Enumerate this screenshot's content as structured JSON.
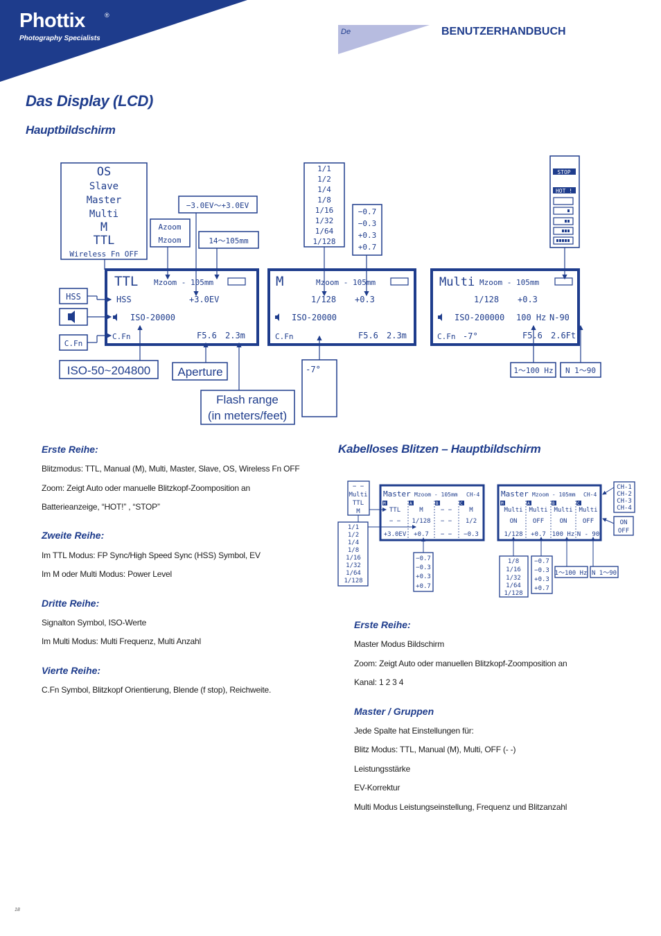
{
  "brand": {
    "name": "Phottix",
    "reg": "®",
    "tagline": "Photography Specialists"
  },
  "header": {
    "lang": "De",
    "manual": "BENUTZERHANDBUCH"
  },
  "title": "Das Display (LCD)",
  "main_heading": "Hauptbildschirm",
  "diagram1": {
    "modes": [
      "OS",
      "Slave",
      "Master",
      "Multi",
      "M",
      "TTL",
      "Wireless Fn OFF"
    ],
    "zoom_box": [
      "Azoom",
      "Mzoom"
    ],
    "ev_box": "−3.0EV～+3.0EV",
    "zoom_range": "14～105mm",
    "power_box": [
      "1/1",
      "1/2",
      "1/4",
      "1/8",
      "1/16",
      "1/32",
      "1/64",
      "1/128"
    ],
    "ev_step_box": [
      "−0.7",
      "−0.3",
      "+0.3",
      "+0.7"
    ],
    "battery_box": [
      "STOP",
      "HOT !"
    ],
    "hss_label": "HSS",
    "cfn_label": "C.Fn",
    "iso_label": "ISO-50~204800",
    "aperture_label": "Aperture",
    "flash_range_label": [
      "Flash range",
      "(in meters/feet)"
    ],
    "tilt_label": "-7°",
    "freq_label": "1～100 Hz",
    "count_label": "N 1～90",
    "lcd_ttl": {
      "mode": "TTL",
      "zoom": "Mzoom - 105mm",
      "row2a": "HSS",
      "row2b": "+3.0EV",
      "iso": "ISO-20000",
      "cfn": "C.Fn",
      "ap": "F5.6",
      "range": "2.3m"
    },
    "lcd_m": {
      "mode": "M",
      "zoom": "Mzoom - 105mm",
      "row2a": "1/128",
      "row2b": "+0.3",
      "iso": "ISO-20000",
      "cfn": "C.Fn",
      "ap": "F5.6",
      "range": "2.3m"
    },
    "lcd_multi": {
      "mode": "Multi",
      "zoom": "Mzoom - 105mm",
      "row2a": "1/128",
      "row2b": "+0.3",
      "iso": "ISO-200000",
      "freq": "100 Hz",
      "count": "N-90",
      "cfn": "C.Fn",
      "tilt": "-7°",
      "ap": "F5.6",
      "range": "2.6Ft"
    }
  },
  "left_sections": [
    {
      "heading": "Erste Reihe:",
      "lines": [
        "Blitzmodus: TTL, Manual (M), Multi, Master, Slave, OS, Wireless Fn OFF",
        "Zoom: Zeigt Auto oder manuelle Blitzkopf-Zoomposition an",
        "Batterieanzeige, “HOT!” , “STOP”"
      ]
    },
    {
      "heading": "Zweite Reihe:",
      "lines": [
        "Im TTL Modus: FP Sync/High Speed Sync (HSS) Symbol, EV",
        "Im M oder Multi Modus: Power Level"
      ]
    },
    {
      "heading": "Dritte Reihe:",
      "lines": [
        "Signalton Symbol, ISO-Werte",
        "Im Multi Modus: Multi Frequenz, Multi Anzahl"
      ]
    },
    {
      "heading": "Vierte Reihe:",
      "lines": [
        "C.Fn Symbol, Blitzkopf Orientierung, Blende (f stop), Reichweite."
      ]
    }
  ],
  "wireless_heading": "Kabelloses Blitzen – Hauptbildschirm",
  "diagram2": {
    "mode_box": [
      "− −",
      "Multi",
      "TTL",
      "M"
    ],
    "power_box": [
      "1/1",
      "1/2",
      "1/4",
      "1/8",
      "1/16",
      "1/32",
      "1/64",
      "1/128"
    ],
    "ev_box": [
      "−0.7",
      "−0.3",
      "+0.3",
      "+0.7"
    ],
    "lcd1": {
      "title": "Master",
      "zoom": "Mzoom - 105mm",
      "ch": "CH-4",
      "groups": [
        "M",
        "A",
        "B",
        "C"
      ],
      "modes": [
        "TTL",
        "M",
        "− −",
        "M"
      ],
      "row2": [
        "− −",
        "1/128",
        "− −",
        "1/2"
      ],
      "row3": [
        "+3.0EV",
        "+0.7",
        "− −",
        "−0.3"
      ]
    },
    "lcd2": {
      "title": "Master",
      "zoom": "Mzoom - 105mm",
      "ch": "CH-4",
      "groups": [
        "M",
        "A",
        "B",
        "C"
      ],
      "modes": [
        "Multi",
        "Multi",
        "Multi",
        "Multi"
      ],
      "row2": [
        "ON",
        "OFF",
        "ON",
        "OFF"
      ],
      "row3": [
        "1/128",
        "+0.7",
        "100 Hz",
        "N - 90"
      ]
    },
    "ch_box": [
      "CH-1",
      "CH-2",
      "CH-3",
      "CH-4"
    ],
    "onoff_box": [
      "ON",
      "OFF"
    ],
    "power_box2": [
      "1/8",
      "1/16",
      "1/32",
      "1/64",
      "1/128"
    ],
    "ev_box2": [
      "−0.7",
      "−0.3",
      "+0.3",
      "+0.7"
    ],
    "freq_label": "1～100 Hz",
    "count_label": "N 1～90"
  },
  "right_sections": [
    {
      "heading": "Erste Reihe:",
      "lines": [
        "Master Modus Bildschirm",
        "Zoom: Zeigt Auto oder manuellen Blitzkopf-Zoomposition an",
        "Kanal: 1 2 3 4"
      ]
    },
    {
      "heading": "Master / Gruppen",
      "lines": [
        "Jede Spalte hat Einstellungen für:",
        "Blitz Modus: TTL, Manual (M), Multi, OFF (- -)",
        "Leistungsstärke",
        "EV-Korrektur",
        "Multi Modus Leistungseinstellung, Frequenz und Blitzanzahl"
      ]
    }
  ],
  "page_number": "18",
  "colors": {
    "primary": "#1e3c8c",
    "banner_light": "#b7bce0"
  }
}
